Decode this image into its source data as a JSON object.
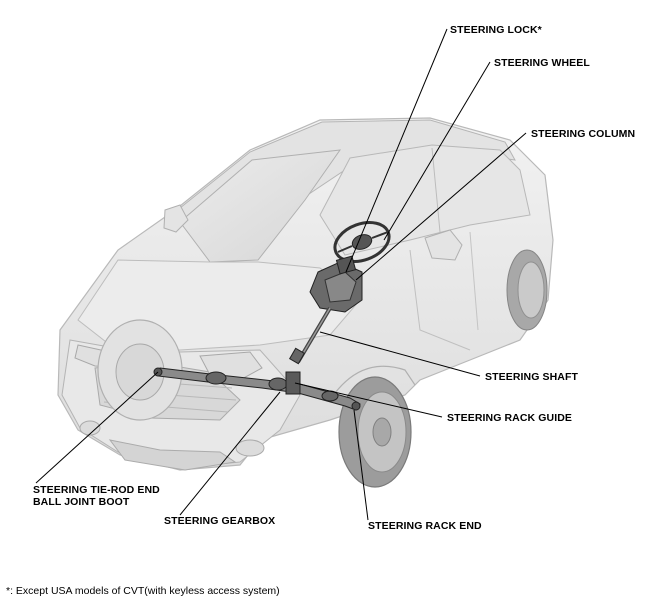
{
  "labels": {
    "steering_lock": "STEERING LOCK*",
    "steering_wheel": "STEERING WHEEL",
    "steering_column": "STEERING COLUMN",
    "steering_shaft": "STEERING SHAFT",
    "steering_rack_guide": "STEERING RACK GUIDE",
    "tie_rod_line1": "STEERING TIE-ROD END",
    "tie_rod_line2": "BALL JOINT BOOT",
    "steering_gearbox": "STEERING GEARBOX",
    "steering_rack_end": "STEERING RACK END"
  },
  "footnote": "*: Except USA models of CVT(with keyless access system)"
}
